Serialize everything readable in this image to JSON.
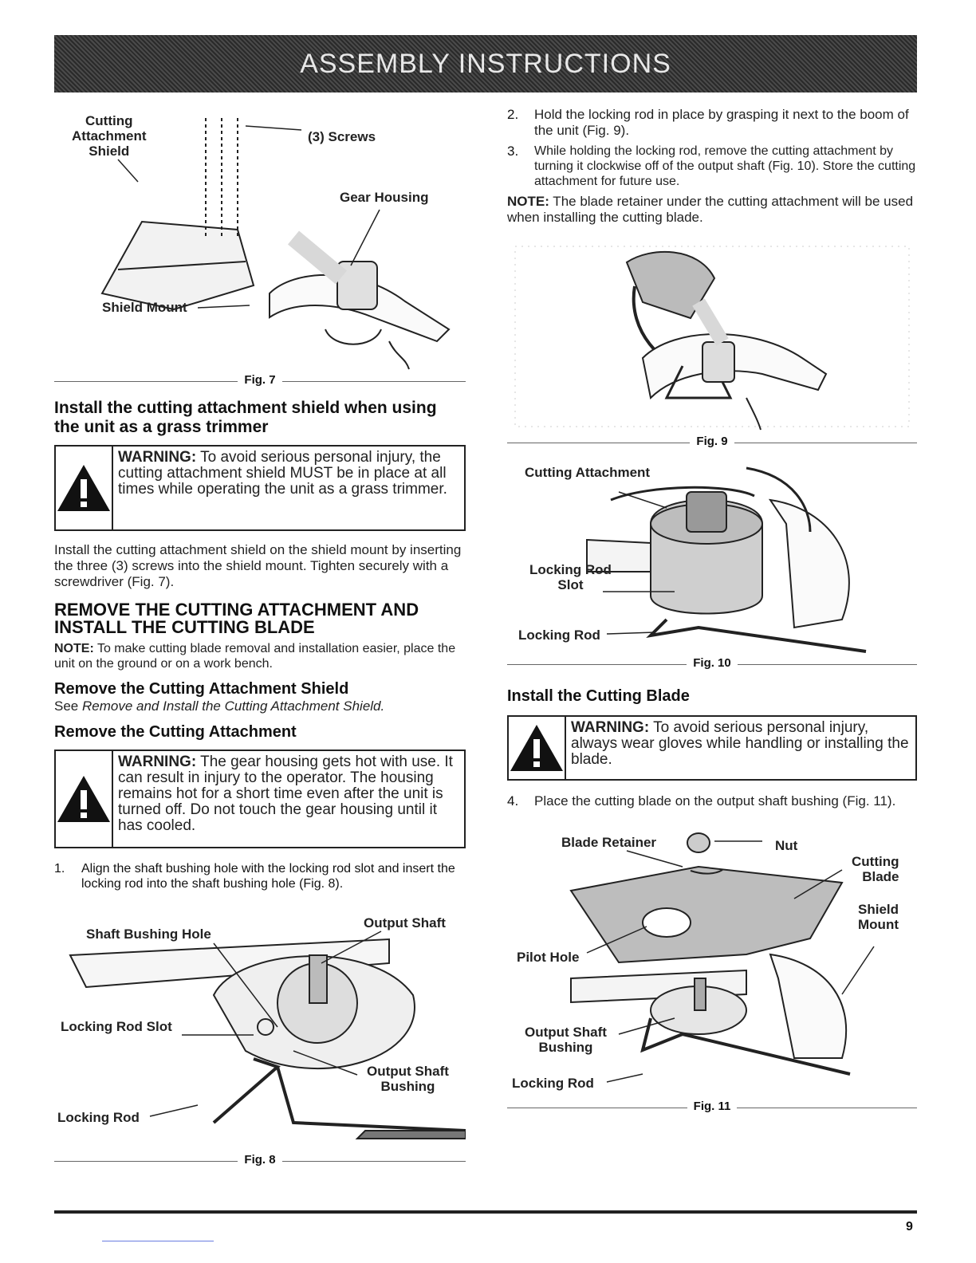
{
  "banner": "ASSEMBLY INSTRUCTIONS",
  "fig7": {
    "caption": "Fig. 7",
    "labels": {
      "shield": "Cutting\nAttachment\nShield",
      "screws": "(3) Screws",
      "gear": "Gear Housing",
      "mount": "Shield Mount"
    }
  },
  "sec_shield": {
    "heading": "Install the cutting attachment shield when using the unit as a grass trimmer",
    "warning_label": "WARNING:",
    "warning_text": " To avoid serious personal injury, the cutting attachment shield MUST be in place at all times while operating the unit as a grass trimmer.",
    "body": "Install the cutting attachment shield on the shield mount by inserting the three (3) screws into the shield mount. Tighten securely with a screwdriver (Fig. 7)."
  },
  "sec_remove": {
    "heading": "REMOVE THE CUTTING ATTACHMENT AND INSTALL THE CUTTING BLADE",
    "note_label": "NOTE:",
    "note_text": " To make cutting blade removal and installation easier, place the unit on the ground or on a work bench.",
    "sub1": "Remove the Cutting Attachment Shield",
    "sub1_see": "See ",
    "sub1_ref": "Remove and Install the Cutting Attachment Shield.",
    "sub2": "Remove the Cutting Attachment",
    "warning_label": "WARNING:",
    "warning_text": " The gear housing gets hot with use. It can result in injury to the operator. The housing remains hot for a short time even after the unit is turned off. Do not touch the gear housing until it has cooled.",
    "step1_n": "1.",
    "step1": "Align the shaft bushing hole with the locking rod slot and insert the locking rod into the shaft bushing hole (Fig. 8)."
  },
  "fig8": {
    "caption": "Fig. 8",
    "labels": {
      "hole": "Shaft Bushing Hole",
      "shaft": "Output Shaft",
      "slot": "Locking Rod Slot",
      "bushing": "Output Shaft\nBushing",
      "rod": "Locking Rod"
    }
  },
  "steps_right": [
    {
      "n": "2.",
      "text": "Hold the locking rod in place by grasping it next to the boom of the unit (Fig. 9)."
    },
    {
      "n": "3.",
      "text": "While holding the locking rod, remove the cutting attachment by turning it clockwise off of the output shaft (Fig. 10). Store the cutting attachment for future use."
    }
  ],
  "note2": {
    "label": "NOTE:",
    "text": " The blade retainer under the cutting attachment will be used when installing the cutting blade."
  },
  "fig9": {
    "caption": "Fig. 9"
  },
  "fig10": {
    "caption": "Fig. 10",
    "labels": {
      "attach": "Cutting Attachment",
      "slot": "Locking Rod\nSlot",
      "rod": "Locking Rod"
    }
  },
  "sec_blade": {
    "heading": "Install the Cutting Blade",
    "warning_label": "WARNING:",
    "warning_text": " To avoid serious personal injury, always wear gloves while handling or installing the blade.",
    "step4_n": "4.",
    "step4": "Place the cutting blade on the output shaft bushing (Fig. 11)."
  },
  "fig11": {
    "caption": "Fig. 11",
    "labels": {
      "retainer": "Blade Retainer",
      "nut": "Nut",
      "blade": "Cutting\nBlade",
      "mount": "Shield\nMount",
      "pilot": "Pilot Hole",
      "bushing": "Output Shaft\nBushing",
      "rod": "Locking Rod"
    }
  },
  "page_number": "9"
}
